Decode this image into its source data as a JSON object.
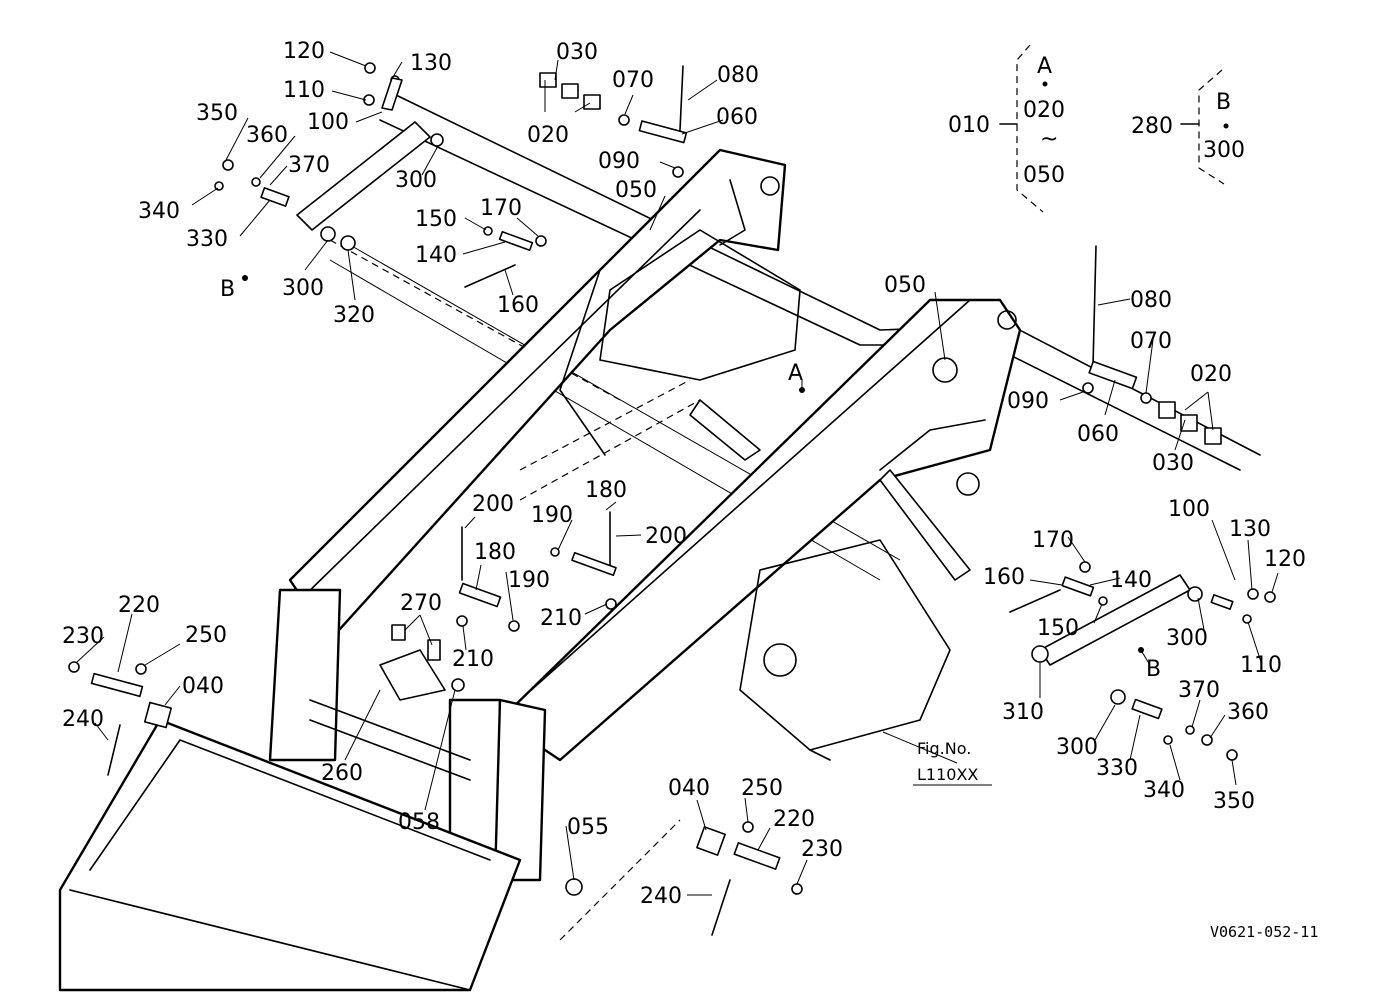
{
  "labels": {
    "p120a": "120",
    "p130a": "130",
    "p110a": "110",
    "p100a": "100",
    "p350a": "350",
    "p360a": "360",
    "p370a": "370",
    "p340a": "340",
    "p330a": "330",
    "p300a": "300",
    "p300b": "300",
    "p320": "320",
    "pBa": "B",
    "p030a": "030",
    "p020a": "020",
    "p070a": "070",
    "p080a": "080",
    "p060a": "060",
    "p090a": "090",
    "p050a": "050",
    "p150a": "150",
    "p170a": "170",
    "p140a": "140",
    "p160a": "160",
    "p050b": "050",
    "pAa": "A",
    "p080b": "080",
    "p070b": "070",
    "p020b": "020",
    "p090b": "090",
    "p060b": "060",
    "p030b": "030",
    "p100b": "100",
    "p130b": "130",
    "p120b": "120",
    "p170b": "170",
    "p160b": "160",
    "p140b": "140",
    "p150b": "150",
    "p300c": "300",
    "p110b": "110",
    "pBb": "B",
    "p310": "310",
    "p370b": "370",
    "p360b": "360",
    "p300d": "300",
    "p330b": "330",
    "p340b": "340",
    "p350b": "350",
    "p200a": "200",
    "p180a": "180",
    "p190a": "190",
    "p200b": "200",
    "p180b": "180",
    "p190b": "190",
    "p210a": "210",
    "p210b": "210",
    "p270": "270",
    "p220a": "220",
    "p230a": "230",
    "p250a": "250",
    "p040a": "040",
    "p240a": "240",
    "p260": "260",
    "p058": "058",
    "p055": "055",
    "p040b": "040",
    "p250b": "250",
    "p220b": "220",
    "p230b": "230",
    "p240b": "240"
  },
  "legend": {
    "group_010": {
      "code": "010",
      "letter": "A",
      "from": "020",
      "tilde": "~",
      "to": "050"
    },
    "group_280": {
      "code": "280",
      "letter": "B",
      "item": "300"
    }
  },
  "figure_ref": {
    "caption": "Fig.No.",
    "number": "L110XX"
  },
  "drawing_code": "V0621-052-11"
}
